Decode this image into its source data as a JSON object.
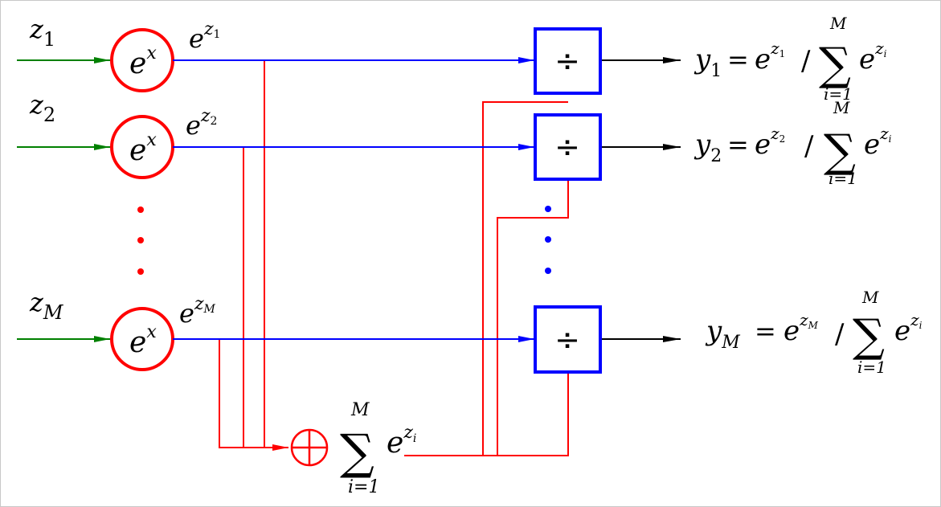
{
  "inputs": [
    {
      "var": "z",
      "sub": "1"
    },
    {
      "var": "z",
      "sub": "2"
    },
    {
      "var": "z",
      "sub": "M"
    }
  ],
  "exp_block": {
    "base": "e",
    "exponent": "x"
  },
  "exp_outputs": [
    {
      "base": "e",
      "exp_var": "z",
      "exp_sub": "1"
    },
    {
      "base": "e",
      "exp_var": "z",
      "exp_sub": "2"
    },
    {
      "base": "e",
      "exp_var": "z",
      "exp_sub": "M"
    }
  ],
  "divide_symbol": "÷",
  "sum_block": {
    "sigma": "∑",
    "upper": "M",
    "lower": "i=1",
    "base": "e",
    "exp_var": "z",
    "exp_sub": "i"
  },
  "outputs": [
    {
      "y": "y",
      "sub": "1",
      "eq": "=",
      "num_base": "e",
      "num_var": "z",
      "num_sub": "1",
      "slash": "/",
      "sigma": "∑",
      "upper": "M",
      "lower": "i=1",
      "den_base": "e",
      "den_var": "z",
      "den_sub": "i"
    },
    {
      "y": "y",
      "sub": "2",
      "eq": "=",
      "num_base": "e",
      "num_var": "z",
      "num_sub": "2",
      "slash": "/",
      "sigma": "∑",
      "upper": "M",
      "lower": "i=1",
      "den_base": "e",
      "den_var": "z",
      "den_sub": "i"
    },
    {
      "y": "y",
      "sub": "M",
      "eq": "=",
      "num_base": "e",
      "num_var": "z",
      "num_sub": "M",
      "slash": "/",
      "sigma": "∑",
      "upper": "M",
      "lower": "i=1",
      "den_base": "e",
      "den_var": "z",
      "den_sub": "i"
    }
  ],
  "colors": {
    "input_line": "#008000",
    "exp_circle": "#ff0000",
    "signal_line": "#0000ff",
    "sum_line": "#ff0000",
    "divider_box": "#0000ff",
    "output_line": "#000000",
    "ellipsis_left": "#ff0000",
    "ellipsis_right": "#0000ff"
  }
}
